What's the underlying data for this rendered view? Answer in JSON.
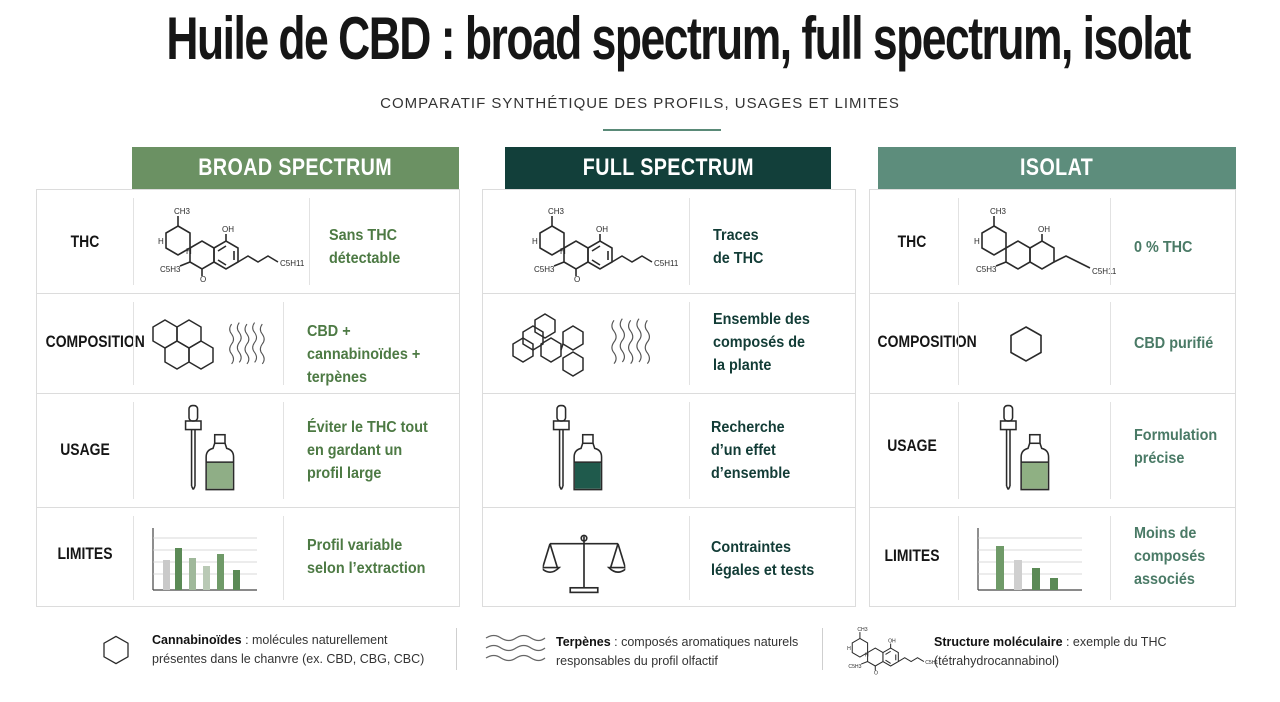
{
  "title": "Huile de CBD : broad spectrum, full spectrum, isolat",
  "subtitle": "COMPARATIF SYNTHÉTIQUE DES PROFILS, USAGES ET LIMITES",
  "colors": {
    "broad": "#6b9163",
    "full": "#123f3a",
    "isolat": "#5d8d7c",
    "broad_text": "#4d7a44",
    "full_text": "#123c36",
    "isolat_text": "#4a7a66"
  },
  "columns": [
    {
      "header": "BROAD SPECTRUM",
      "rows": [
        {
          "label": "THC",
          "icon": "thc-molecule-icon",
          "text": "Sans THC détectable"
        },
        {
          "label": "COMPOSITION",
          "icon": "cannabinoids-terpenes-icon",
          "text": "CBD + cannabinoïdes + terpènes"
        },
        {
          "label": "USAGE",
          "icon": "dropper-bottle-icon",
          "text": "Éviter le THC tout en gardant un profil large"
        },
        {
          "label": "LIMITES",
          "icon": "bar-chart-icon",
          "text": "Profil variable selon l’extraction"
        }
      ]
    },
    {
      "header": "FULL SPECTRUM",
      "rows": [
        {
          "label": "",
          "icon": "thc-molecule-icon",
          "text": "Traces de THC"
        },
        {
          "label": "",
          "icon": "compounds-network-icon",
          "text": "Ensemble des composés de la plante"
        },
        {
          "label": "",
          "icon": "dropper-bottle-icon",
          "text": "Recherche d’un effet d’ensemble"
        },
        {
          "label": "",
          "icon": "scales-icon",
          "text": "Contraintes légales et tests"
        }
      ]
    },
    {
      "header": "ISOLAT",
      "rows": [
        {
          "label": "THC",
          "icon": "thc-molecule-icon",
          "text": "0 % THC"
        },
        {
          "label": "COMPOSITION",
          "icon": "hexagon-icon",
          "text": "CBD purifié"
        },
        {
          "label": "USAGE",
          "icon": "dropper-bottle-icon",
          "text": "Formulation précise"
        },
        {
          "label": "LIMITES",
          "icon": "bar-chart-icon",
          "text": "Moins de composés associés"
        }
      ]
    }
  ],
  "legend": [
    {
      "icon": "hexagon-icon",
      "term": "Cannabinoïdes",
      "desc": " : molécules naturellement présentes dans le chanvre (ex. CBD, CBG, CBC)"
    },
    {
      "icon": "terpene-waves-icon",
      "term": "Terpènes",
      "desc": " : composés aromatiques naturels responsables du profil olfactif"
    },
    {
      "icon": "thc-molecule-icon",
      "term": "Structure moléculaire",
      "desc": " : exemple du THC (tétrahydrocannabinol)"
    }
  ]
}
